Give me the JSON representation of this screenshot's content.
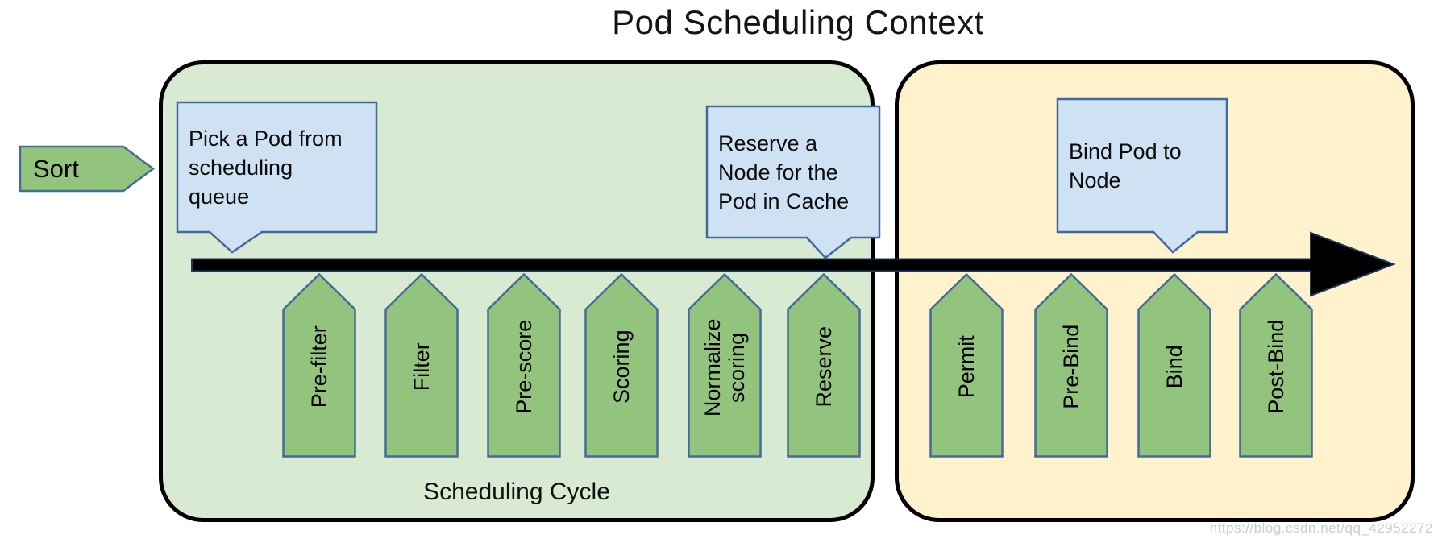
{
  "title": "Pod Scheduling Context",
  "sort": {
    "label": "Sort"
  },
  "callouts": {
    "pick_pod": "Pick a Pod from scheduling queue",
    "reserve_node": "Reserve a Node for the Pod in Cache",
    "bind_pod": "Bind Pod to Node"
  },
  "scheduling_cycle": {
    "label": "Scheduling Cycle",
    "steps": [
      "Pre-filter",
      "Filter",
      "Pre-score",
      "Scoring",
      "Normalize scoring",
      "Reserve"
    ]
  },
  "binding_cycle": {
    "steps": [
      "Permit",
      "Pre-Bind",
      "Bind",
      "Post-Bind"
    ]
  },
  "watermark": "https://blog.csdn.net/qq_42952272",
  "colors": {
    "stage_fill": "#93c47d",
    "stage_border": "#456b96",
    "scheduling_cycle_fill": "#d9ead3",
    "binding_cycle_fill": "#fff2cc",
    "callout_fill": "#cfe2f3",
    "callout_border": "#41699e",
    "cycle_box_border": "#000000",
    "timeline_arrow": "#000000",
    "timeline_arrow_outline": "#1c3a5e"
  }
}
